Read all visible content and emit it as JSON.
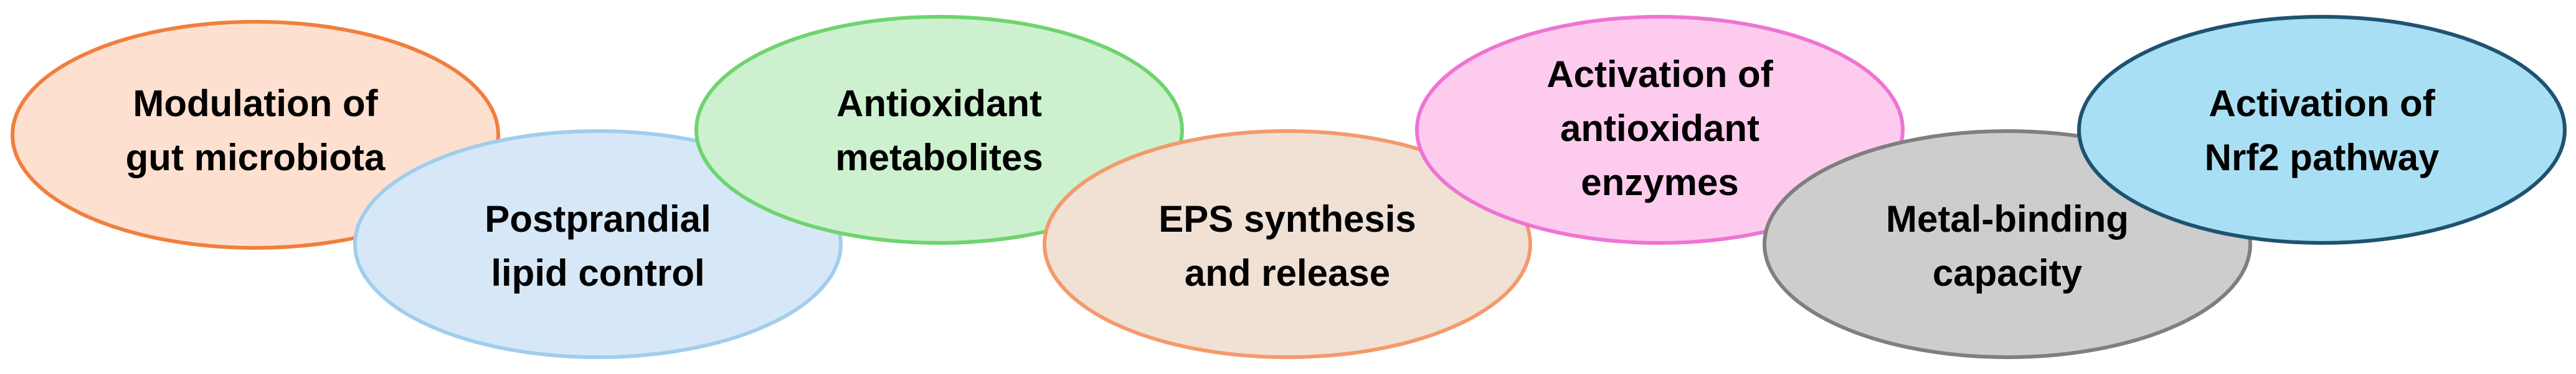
{
  "nodes": [
    {
      "id": "gut-microbiota",
      "lines": [
        "Modulation of",
        "gut microbiota"
      ],
      "fill": "#fde0cf",
      "stroke": "#f07f3c"
    },
    {
      "id": "lipid-control",
      "lines": [
        "Postprandial",
        "lipid control"
      ],
      "fill": "#d6e8f7",
      "stroke": "#a2cdec"
    },
    {
      "id": "antioxidant-metabolites",
      "lines": [
        "Antioxidant",
        "metabolites"
      ],
      "fill": "#cdf1cf",
      "stroke": "#6fd46f"
    },
    {
      "id": "eps-synthesis",
      "lines": [
        "EPS synthesis",
        "and release"
      ],
      "fill": "#f0e1d4",
      "stroke": "#f39a6c"
    },
    {
      "id": "antioxidant-enzymes",
      "lines": [
        "Activation of",
        "antioxidant",
        "enzymes"
      ],
      "fill": "#fdcbee",
      "stroke": "#ee74d2"
    },
    {
      "id": "metal-binding",
      "lines": [
        "Metal-binding",
        "capacity"
      ],
      "fill": "#cdcdcd",
      "stroke": "#7f7f7f"
    },
    {
      "id": "nrf2-pathway",
      "lines": [
        "Activation of",
        "Nrf2 pathway"
      ],
      "fill": "#a9dff4",
      "stroke": "#1f5270"
    }
  ]
}
